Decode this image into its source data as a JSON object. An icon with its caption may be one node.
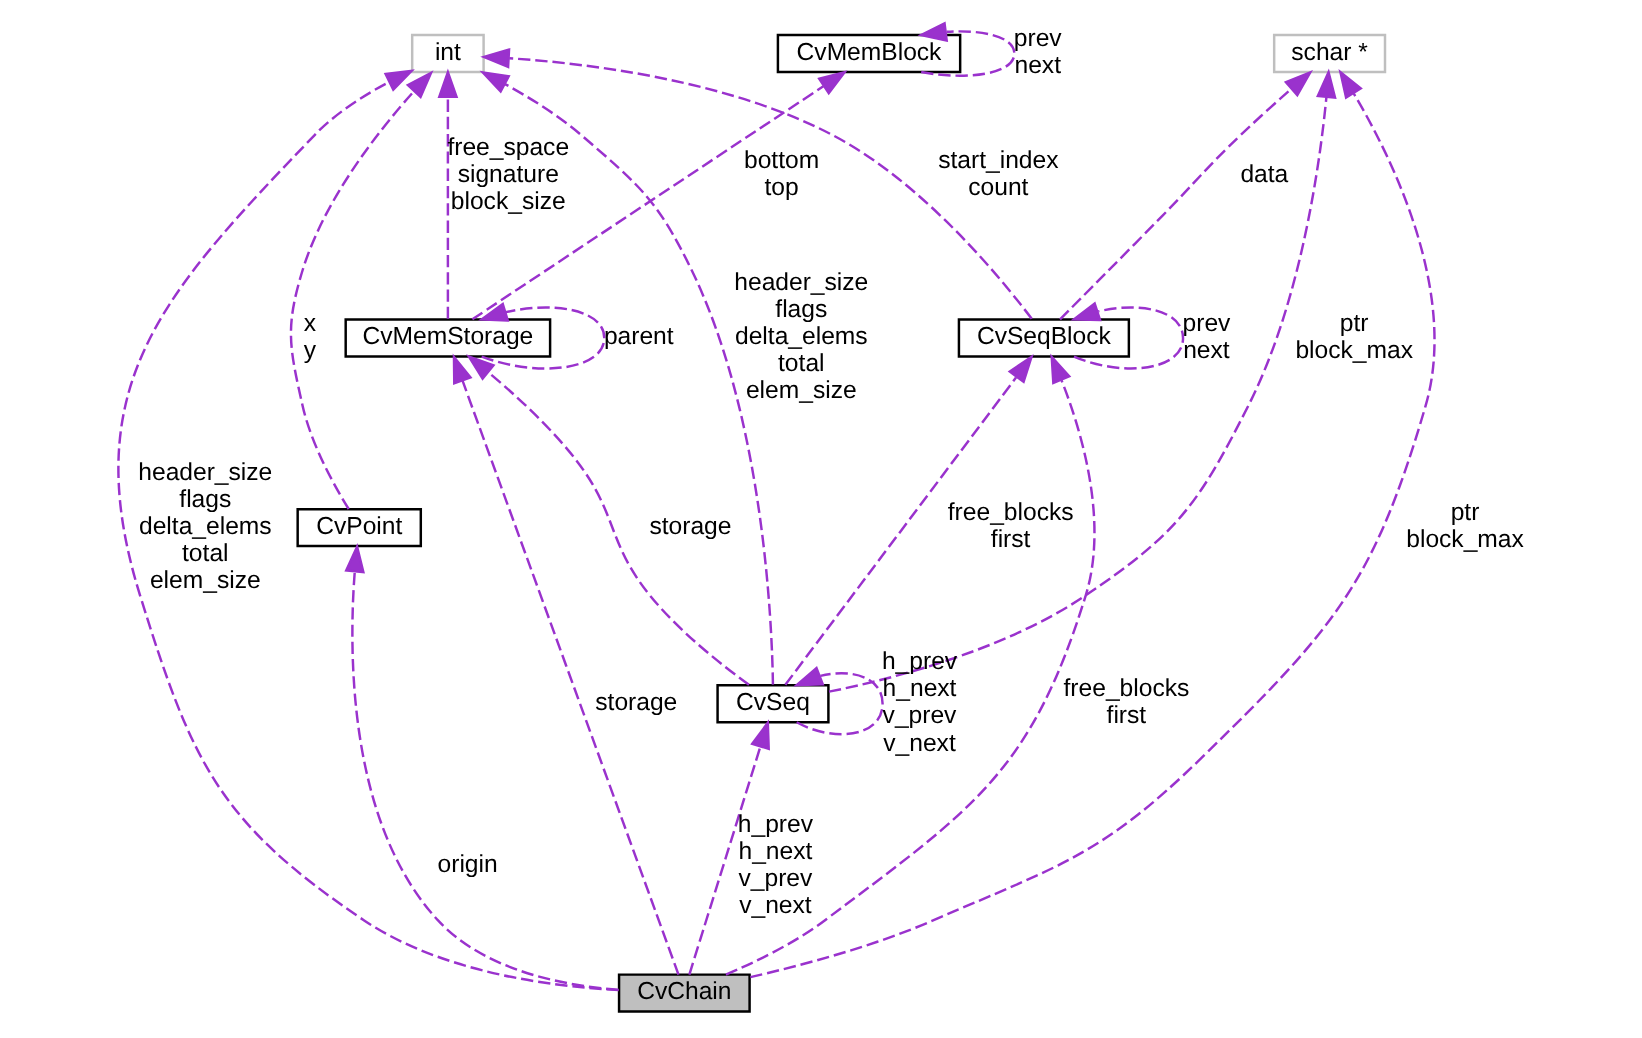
{
  "diagram": {
    "nodes": [
      {
        "text": [
          "schar *"
        ]
      },
      {
        "text": [
          "CvMemBlock"
        ]
      },
      {
        "text": [
          "int"
        ]
      },
      {
        "text": [
          "CvSeqBlock"
        ]
      },
      {
        "text": [
          "CvMemStorage"
        ]
      },
      {
        "text": [
          "CvPoint"
        ]
      },
      {
        "text": [
          "CvSeq"
        ]
      },
      {
        "text": [
          "CvChain"
        ]
      }
    ],
    "edges": [
      {
        "from": 7,
        "to": 0,
        "arrow": "to",
        "label": "ptr block_max",
        "style": "dashed"
      },
      {
        "from": 7,
        "to": 3,
        "arrow": "to",
        "label": "free_blocks first",
        "style": "dashed"
      },
      {
        "from": 7,
        "to": 6,
        "arrow": "to",
        "label": "h_prev h_next v_prev v_next",
        "style": "dashed"
      },
      {
        "from": 7,
        "to": 4,
        "arrow": "to",
        "label": "storage",
        "style": "dashed"
      },
      {
        "from": 7,
        "to": 2,
        "arrow": "to",
        "label": "header_size flags delta_elems total elem_size",
        "style": "dashed"
      },
      {
        "from": 7,
        "to": 5,
        "arrow": "to",
        "label": "origin",
        "style": "dashed"
      },
      {
        "from": 3,
        "to": 0,
        "arrow": "to",
        "label": "data",
        "style": "dashed"
      },
      {
        "from": 3,
        "to": 2,
        "arrow": "to",
        "label": "start_index count",
        "style": "dashed"
      },
      {
        "from": 3,
        "to": 3,
        "arrow": "to",
        "label": "prev next",
        "style": "dashed"
      },
      {
        "from": 1,
        "to": 1,
        "arrow": "to",
        "label": "prev next",
        "style": "dashed"
      },
      {
        "from": 4,
        "to": 1,
        "arrow": "to",
        "label": "bottom top",
        "style": "dashed"
      },
      {
        "from": 4,
        "to": 2,
        "arrow": "to",
        "label": "free_space signature block_size",
        "style": "dashed"
      },
      {
        "from": 4,
        "to": 4,
        "arrow": "to",
        "label": "parent",
        "style": "dashed"
      },
      {
        "from": 5,
        "to": 2,
        "arrow": "to",
        "label": "x y",
        "style": "dashed"
      },
      {
        "from": 6,
        "to": 0,
        "arrow": "to",
        "label": "ptr block_max",
        "style": "dashed"
      },
      {
        "from": 6,
        "to": 2,
        "arrow": "to",
        "label": "header_size flags delta_elems total elem_size",
        "style": "dashed"
      },
      {
        "from": 6,
        "to": 3,
        "arrow": "to",
        "label": "free_blocks first",
        "style": "dashed"
      },
      {
        "from": 6,
        "to": 4,
        "arrow": "to",
        "label": "storage",
        "style": "dashed"
      },
      {
        "from": 6,
        "to": 6,
        "arrow": "to",
        "label": "h_prev h_next v_prev v_next",
        "style": "dashed"
      }
    ]
  }
}
